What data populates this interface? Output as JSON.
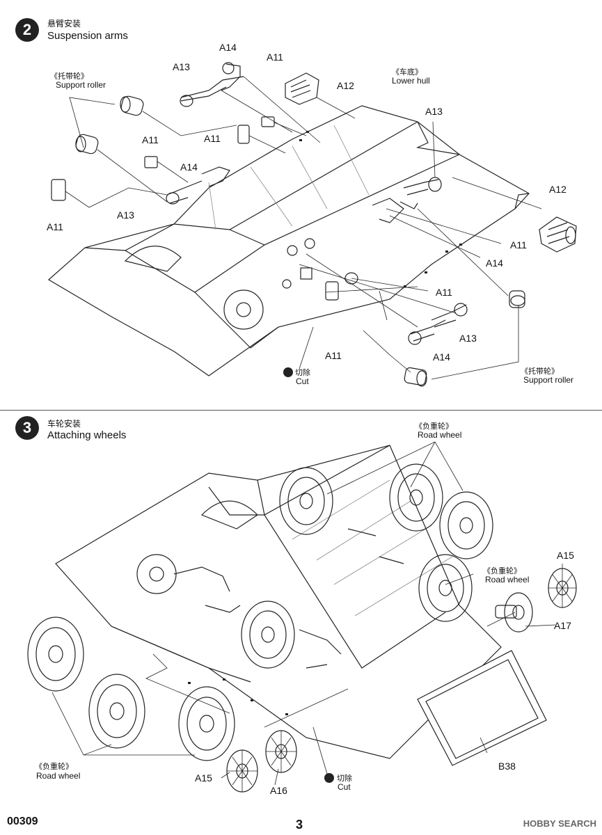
{
  "step2": {
    "number": "2",
    "title_cn": "悬臂安装",
    "title_en": "Suspension arms",
    "labels": {
      "a14_top": "A14",
      "a11_top": "A11",
      "a13_top": "A13",
      "a12_top": "A12",
      "lower_hull_cn": "《车底》",
      "lower_hull_en": "Lower hull",
      "support_roller_cn_left": "《托带轮》",
      "support_roller_en_left": "Support roller",
      "a11_mid": "A11",
      "a11_left2": "A11",
      "a14_left": "A14",
      "a11_left": "A11",
      "a13_left": "A13",
      "a13_right": "A13",
      "a12_right": "A12",
      "a11_right": "A11",
      "a14_right": "A14",
      "a11_center": "A11",
      "a13_lower": "A13",
      "a14_lower": "A14",
      "a11_bottom": "A11",
      "cut_cn": "切除",
      "cut_en": "Cut",
      "support_roller_cn_right": "《托带轮》",
      "support_roller_en_right": "Support roller"
    }
  },
  "step3": {
    "number": "3",
    "title_cn": "车轮安装",
    "title_en": "Attaching wheels",
    "labels": {
      "road_wheel_cn_top": "《负重轮》",
      "road_wheel_en_top": "Road wheel",
      "road_wheel_cn_mid": "《负重轮》",
      "road_wheel_en_mid": "Road wheel",
      "a15_right": "A15",
      "a17": "A17",
      "b38": "B38",
      "road_wheel_cn_left": "《负重轮》",
      "road_wheel_en_left": "Road wheel",
      "a15_bottom": "A15",
      "a16": "A16",
      "cut_cn": "切除",
      "cut_en": "Cut"
    }
  },
  "footer": {
    "code": "00309",
    "page": "3",
    "watermark": "HOBBY SEARCH"
  }
}
